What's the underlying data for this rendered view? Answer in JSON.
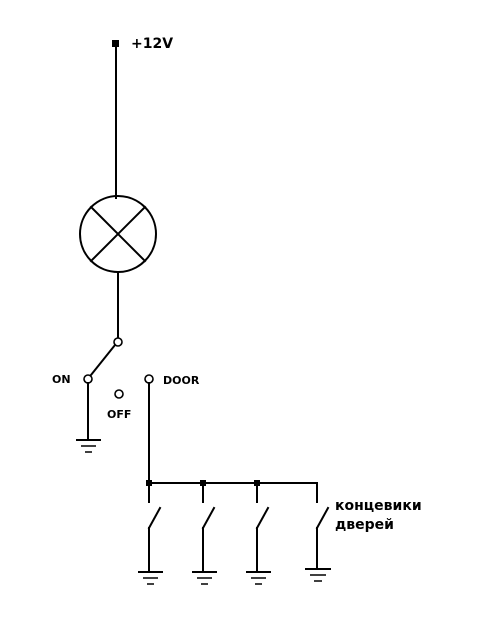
{
  "labels": {
    "supply": "+12V",
    "switch_on": "ON",
    "switch_off": "OFF",
    "switch_door": "DOOR",
    "door_switches_line1": "концевики",
    "door_switches_line2": "дверей"
  },
  "colors": {
    "ink": "#000000",
    "background": "#ffffff"
  },
  "components": {
    "lamp": "lamp-symbol",
    "selector": "three-position-switch",
    "door_switch_count": 4,
    "ground_count": 5
  }
}
